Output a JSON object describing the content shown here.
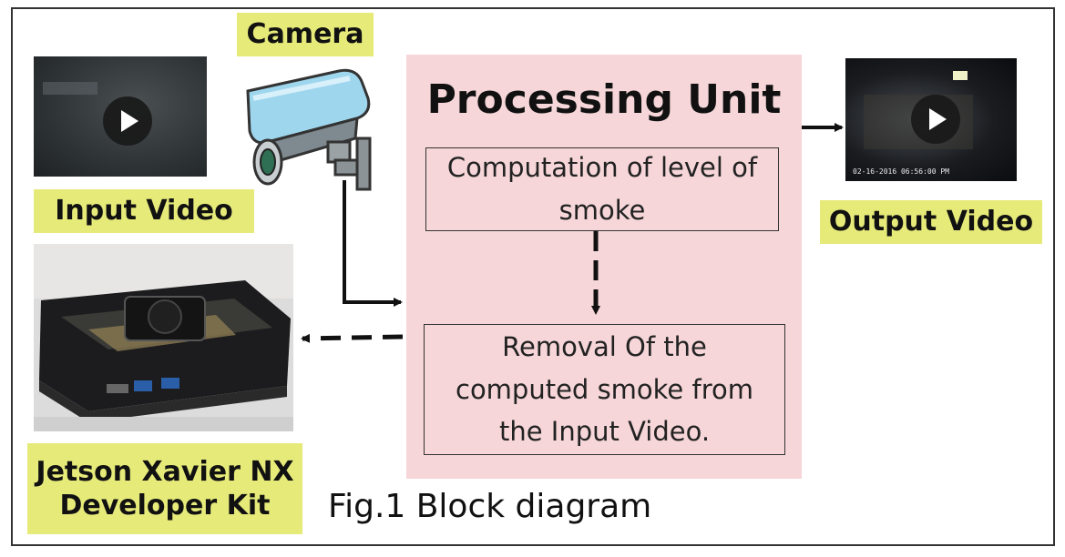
{
  "labels": {
    "camera": "Camera",
    "input_video": "Input Video",
    "output_video": "Output Video",
    "jetson": "Jetson Xavier NX Developer Kit"
  },
  "processing_unit": {
    "title": "Processing Unit",
    "step1": "Computation of level of smoke",
    "step2": "Removal Of the computed smoke from the Input Video."
  },
  "output_thumbnail_timestamp": "02-16-2016 06:56:00 PM",
  "caption": "Fig.1 Block diagram",
  "colors": {
    "label_bg": "#e6ea79",
    "processing_bg": "#f6d6d8",
    "border": "#333333"
  },
  "icons": [
    "play-icon",
    "camera-icon"
  ]
}
